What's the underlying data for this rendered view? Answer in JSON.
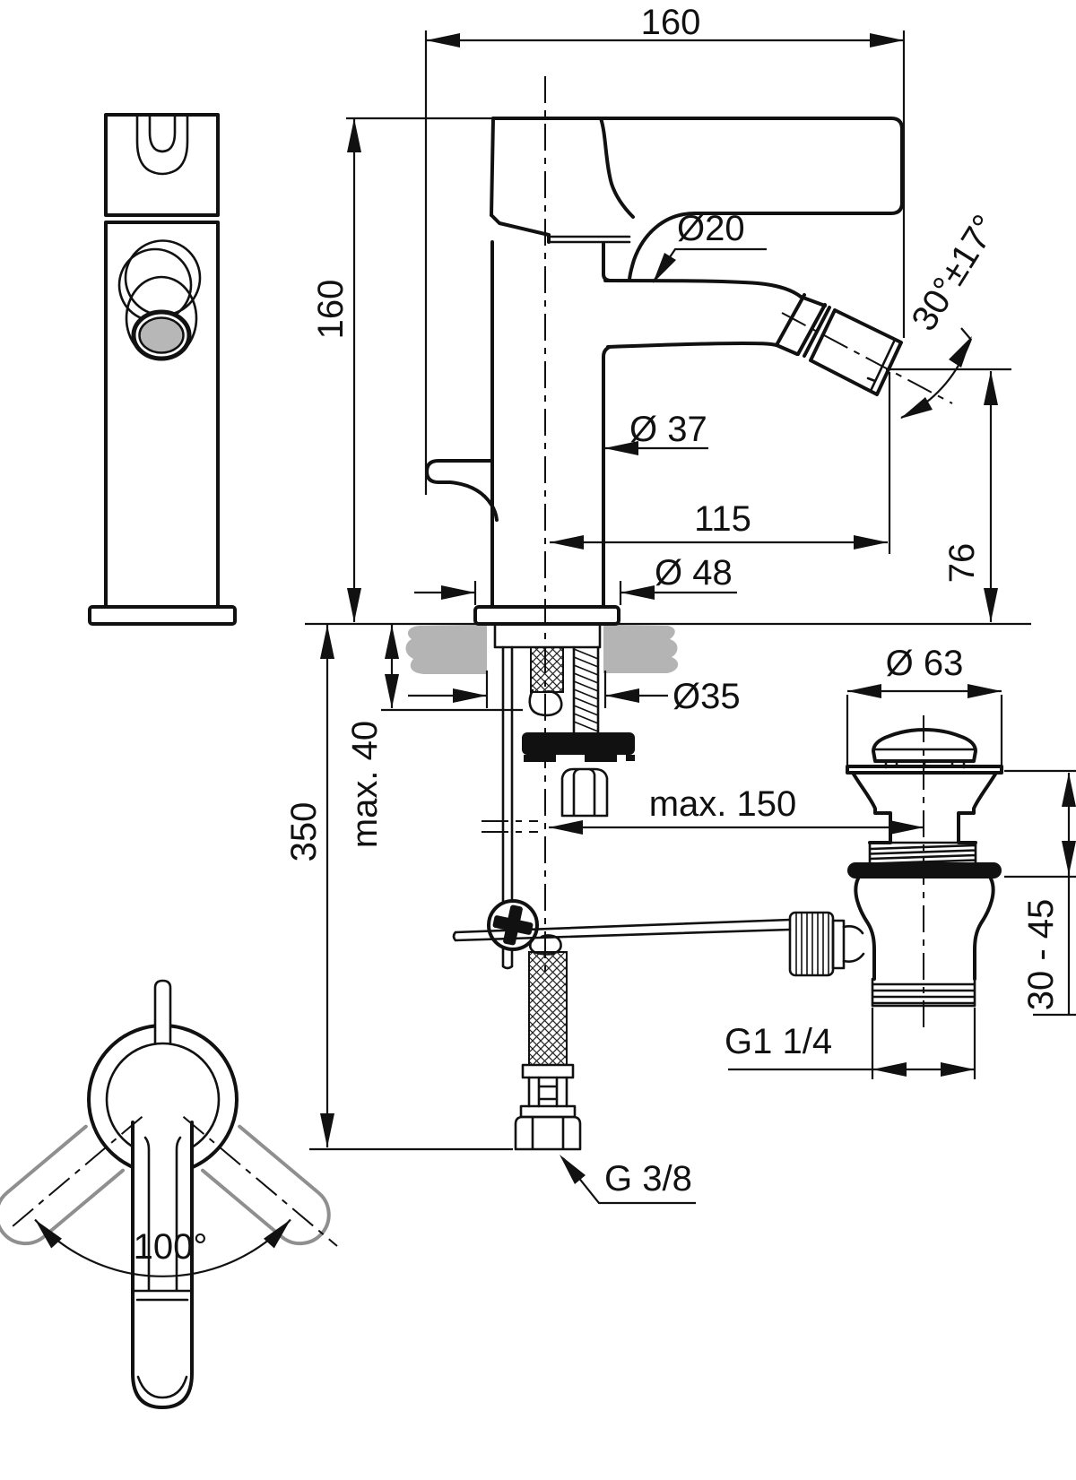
{
  "drawing": {
    "dimensions": {
      "total_depth": "160",
      "body_height": "160",
      "spout_tube_diameter": "Ø20",
      "spout_angle": "30°±17°",
      "body_diameter": "Ø 37",
      "spout_reach": "115",
      "outlet_height": "76",
      "base_diameter": "Ø 48",
      "mounting_hole_diameter": "Ø35",
      "max_deck_thickness": "max. 40",
      "supply_length": "350",
      "max_drain_distance": "max. 150",
      "waste_flange_diameter": "Ø 63",
      "waste_clamping_range": "30 - 45",
      "waste_thread": "G1 1/4",
      "supply_thread": "G 3/8",
      "handle_swivel_angle": "100°"
    }
  }
}
